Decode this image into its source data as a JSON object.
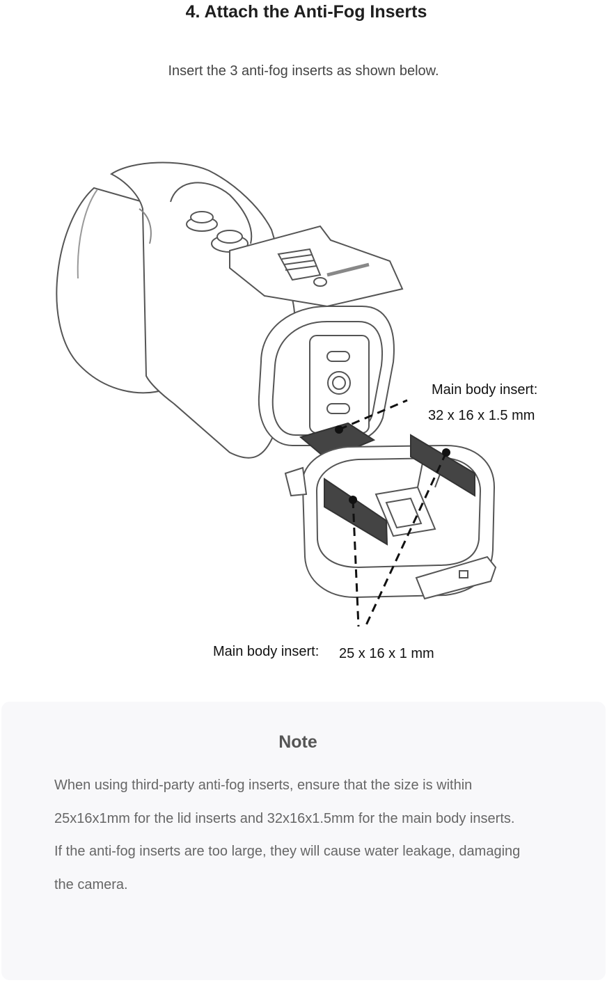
{
  "heading": "4. Attach the Anti-Fog Inserts",
  "instruction": "Insert the 3 anti-fog inserts as shown below.",
  "callouts": {
    "top_label": "Main body insert:",
    "top_dimensions": "32 x  16 x 1.5 mm",
    "bottom_label": "Main body insert:",
    "bottom_dimensions": "25 x  16 x 1 mm"
  },
  "note": {
    "title": "Note",
    "line1": "When using third-party anti-fog inserts, ensure that the size is within 25x16x1mm for the lid inserts and 32x16x1.5mm for the main body inserts.",
    "line2": "If the anti-fog inserts are too large, they will cause water leakage, damaging the camera."
  },
  "colors": {
    "insert_fill": "#444444",
    "outline": "#555555"
  }
}
